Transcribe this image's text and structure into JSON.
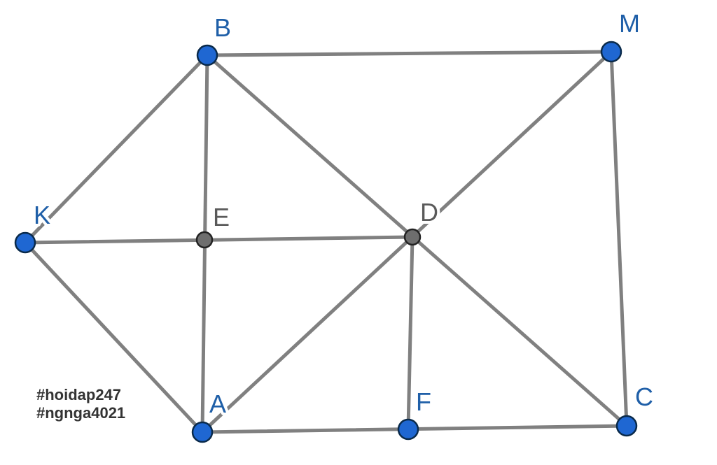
{
  "labels": {
    "B": "B",
    "M": "M",
    "K": "K",
    "E": "E",
    "D": "D",
    "A": "A",
    "F": "F",
    "C": "C"
  },
  "watermark": {
    "line1": "#hoidap247",
    "line2": "#ngnga4021"
  },
  "colors": {
    "edge": "#808080",
    "point_blue": "#1f67d2",
    "point_gray": "#6e6e6e",
    "label_blue": "#1f5fa8",
    "label_gray": "#5a5a5a"
  }
}
